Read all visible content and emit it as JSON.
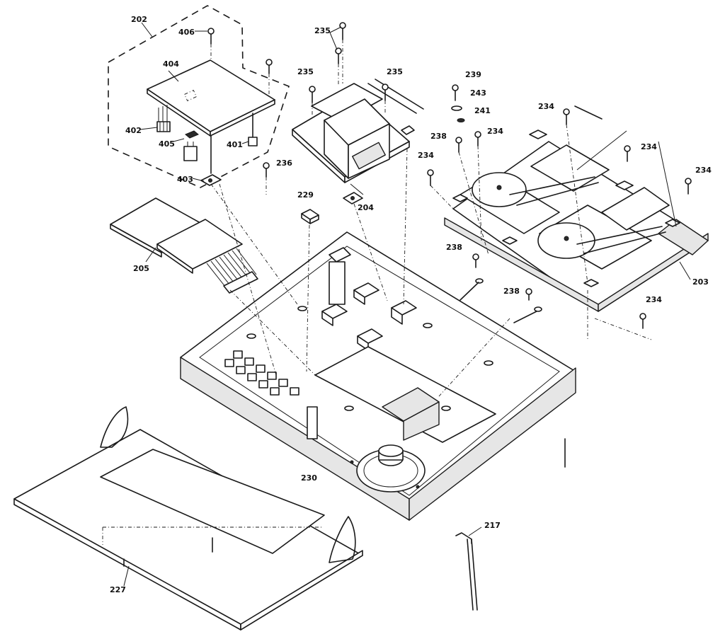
{
  "labels": {
    "p202": "202",
    "p406": "406",
    "p404": "404",
    "p402": "402",
    "p405": "405",
    "p401": "401",
    "p403": "403",
    "p236": "236",
    "p235a": "235",
    "p235b": "235",
    "p235c": "235",
    "p204": "204",
    "p229": "229",
    "p205": "205",
    "p239": "239",
    "p243": "243",
    "p241": "241",
    "p238a": "238",
    "p234a": "234",
    "p234b": "234",
    "p234c": "234",
    "p234d": "234",
    "p234e": "234",
    "p234f": "234",
    "p238b": "238",
    "p238c": "238",
    "p203": "203",
    "p230": "230",
    "p227": "227",
    "p217": "217"
  }
}
